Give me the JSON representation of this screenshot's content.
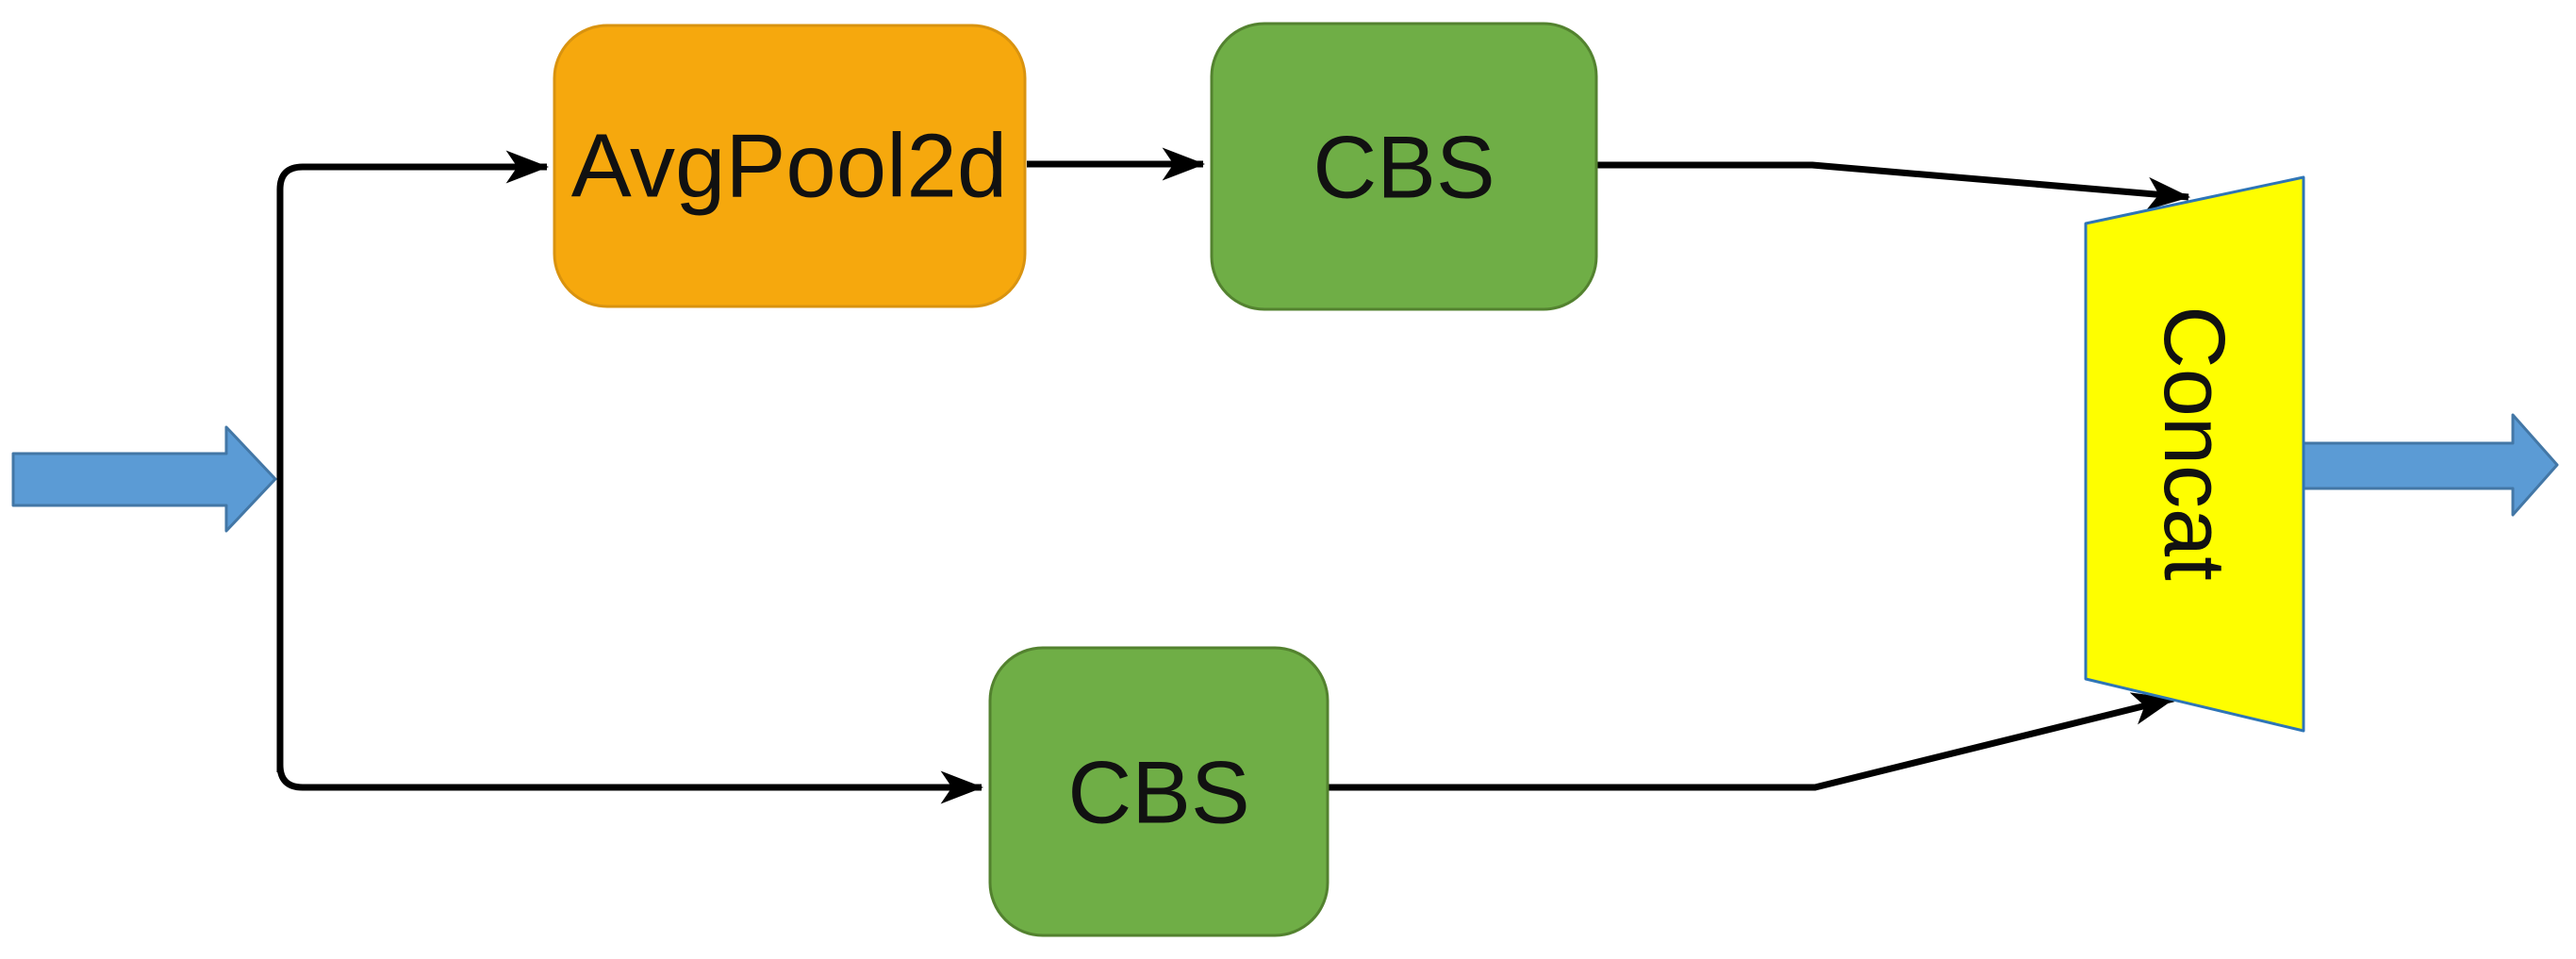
{
  "diagram": {
    "title": "Pooling-branch concatenation block diagram",
    "background_color": "#FFFFFF",
    "connector_color": "#000000",
    "nodes": [
      {
        "id": "avgpool",
        "label": "AvgPool2d",
        "shape": "rounded-rect",
        "fill": "#F6A80D",
        "stroke": "#D9930F"
      },
      {
        "id": "cbs-top",
        "label": "CBS",
        "shape": "rounded-rect",
        "fill": "#6FAE46",
        "stroke": "#53822F"
      },
      {
        "id": "cbs-bottom",
        "label": "CBS",
        "shape": "rounded-rect",
        "fill": "#6FAE46",
        "stroke": "#53822F"
      },
      {
        "id": "concat",
        "label": "Concat",
        "shape": "trapezoid",
        "fill": "#FEFE00",
        "stroke": "#2E75B6"
      }
    ],
    "io_arrows": {
      "input_label": "",
      "output_label": "",
      "fill": "#5B9BD5",
      "stroke": "#4377A6"
    },
    "edges": [
      {
        "from": "input",
        "to": "avgpool"
      },
      {
        "from": "input",
        "to": "cbs-bottom"
      },
      {
        "from": "avgpool",
        "to": "cbs-top"
      },
      {
        "from": "cbs-top",
        "to": "concat"
      },
      {
        "from": "cbs-bottom",
        "to": "concat"
      },
      {
        "from": "concat",
        "to": "output"
      }
    ]
  }
}
